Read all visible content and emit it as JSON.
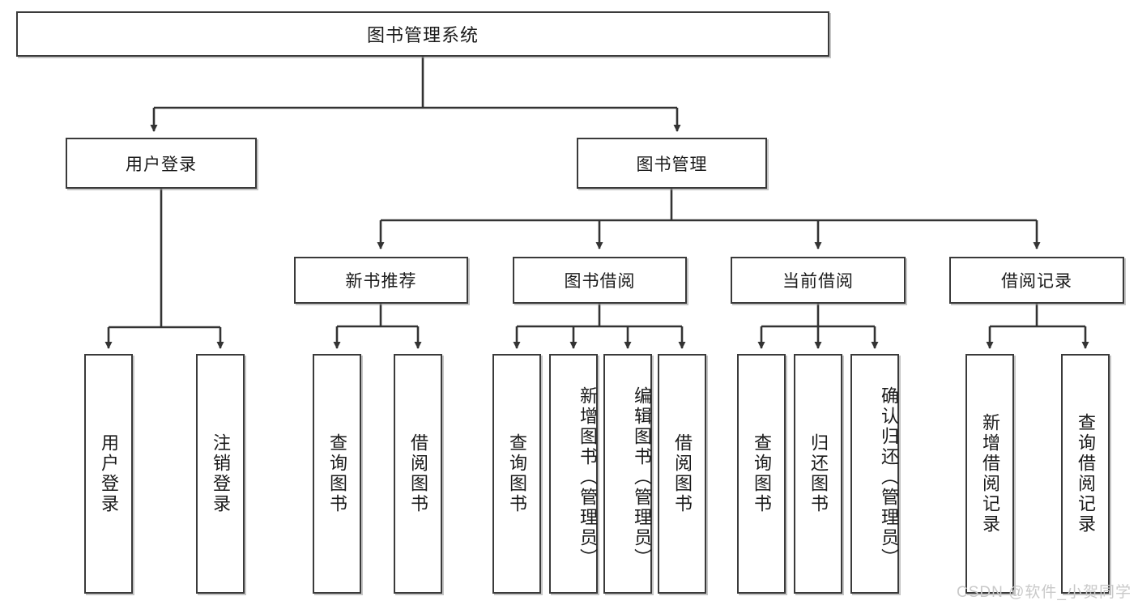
{
  "diagram": {
    "title": "图书管理系统",
    "type": "hierarchy-tree",
    "watermark": "CSDN @软件_小贺同学",
    "colors": {
      "box_border": "#3a3a3a",
      "box_fill": "#ffffff",
      "connector": "#333333",
      "text": "#1a1a1a",
      "watermark": "#c9c9c9"
    },
    "root": {
      "label": "图书管理系统"
    },
    "level1": [
      {
        "label": "用户登录"
      },
      {
        "label": "图书管理"
      }
    ],
    "level2": [
      {
        "label": "新书推荐"
      },
      {
        "label": "图书借阅"
      },
      {
        "label": "当前借阅"
      },
      {
        "label": "借阅记录"
      }
    ],
    "leaves": {
      "user_login": [
        {
          "label": "用户登录"
        },
        {
          "label": "注销登录"
        }
      ],
      "new_book_recommend": [
        {
          "label": "查询图书"
        },
        {
          "label": "借阅图书"
        }
      ],
      "book_borrow": [
        {
          "label": "查询图书"
        },
        {
          "label": "新增图书（管理员）"
        },
        {
          "label": "编辑图书（管理员）"
        },
        {
          "label": "借阅图书"
        }
      ],
      "current_borrow": [
        {
          "label": "查询图书"
        },
        {
          "label": "归还图书"
        },
        {
          "label": "确认归还（管理员）"
        }
      ],
      "borrow_record": [
        {
          "label": "新增借阅记录"
        },
        {
          "label": "查询借阅记录"
        }
      ]
    }
  }
}
